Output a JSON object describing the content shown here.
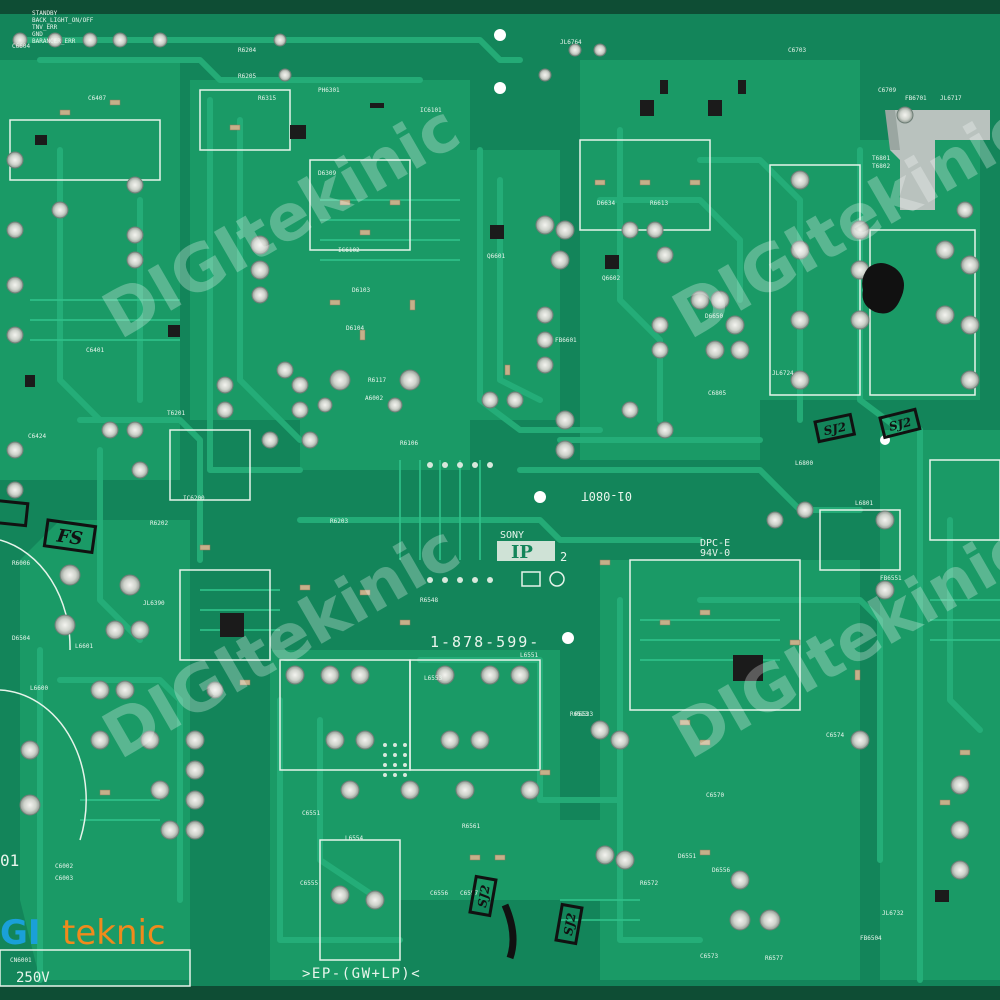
{
  "board": {
    "part_number": "1-878-599-",
    "maker": "SONY",
    "series": "IP",
    "series_suffix": "2",
    "material": "DPC-E",
    "flammability": "94V-0",
    "date_code": "01-080T",
    "assembly_code": ">EP-(GW+LP)<",
    "voltage": "250V",
    "stamp_fs": "FS",
    "stamp_sj": "SJ2",
    "cap_label": "01",
    "top_left_notes": [
      "STANDBY",
      "BACK_LIGHT_ON/OFF",
      "TNV_ERR",
      "GND",
      "BARANCER_ERR"
    ]
  },
  "watermark": {
    "prefix": "GI",
    "suffix": "teknic",
    "ghost": "DIGItekinic"
  },
  "designators": [
    {
      "t": "C6604"
    },
    {
      "t": "R6204"
    },
    {
      "t": "R6205"
    },
    {
      "t": "PH6301"
    },
    {
      "t": "IC6101"
    },
    {
      "t": "JL6764"
    },
    {
      "t": "C6703"
    },
    {
      "t": "C6709"
    },
    {
      "t": "FB6701"
    },
    {
      "t": "JL6717"
    },
    {
      "t": "T6801"
    },
    {
      "t": "T6802"
    },
    {
      "t": "C6407"
    },
    {
      "t": "R6315"
    },
    {
      "t": "D6309"
    },
    {
      "t": "IC6102"
    },
    {
      "t": "D6103"
    },
    {
      "t": "D6104"
    },
    {
      "t": "R6117"
    },
    {
      "t": "A6002"
    },
    {
      "t": "R6106"
    },
    {
      "t": "Q6601"
    },
    {
      "t": "D6634"
    },
    {
      "t": "R6613"
    },
    {
      "t": "Q6602"
    },
    {
      "t": "FB6601"
    },
    {
      "t": "D6650"
    },
    {
      "t": "C6805"
    },
    {
      "t": "JL6724"
    },
    {
      "t": "C6401"
    },
    {
      "t": "C6424"
    },
    {
      "t": "T6201"
    },
    {
      "t": "IC6200"
    },
    {
      "t": "R6202"
    },
    {
      "t": "R6203"
    },
    {
      "t": "L6800"
    },
    {
      "t": "L6801"
    },
    {
      "t": "R6006"
    },
    {
      "t": "D6504"
    },
    {
      "t": "L6601"
    },
    {
      "t": "L6600"
    },
    {
      "t": "JL6390"
    },
    {
      "t": "R6548"
    },
    {
      "t": "R6513"
    },
    {
      "t": "C6551"
    },
    {
      "t": "L6554"
    },
    {
      "t": "L6553"
    },
    {
      "t": "L6551"
    },
    {
      "t": "R6533"
    },
    {
      "t": "C6574"
    },
    {
      "t": "C6570"
    },
    {
      "t": "D6551"
    },
    {
      "t": "R6572"
    },
    {
      "t": "D6556"
    },
    {
      "t": "R6561"
    },
    {
      "t": "C6555"
    },
    {
      "t": "C6556"
    },
    {
      "t": "C6557"
    },
    {
      "t": "FB6504"
    },
    {
      "t": "C6573"
    },
    {
      "t": "R6577"
    },
    {
      "t": "JL6732"
    },
    {
      "t": "FB6551"
    },
    {
      "t": "C6002"
    },
    {
      "t": "C6003"
    },
    {
      "t": "CN6001"
    }
  ]
}
